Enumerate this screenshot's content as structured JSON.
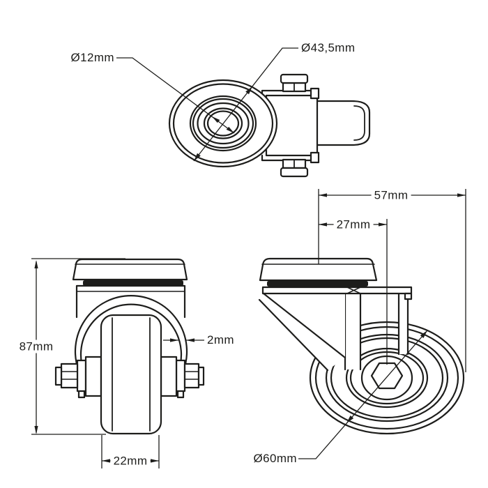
{
  "page": {
    "background_color": "#ffffff",
    "line_color": "#1d1d1b"
  },
  "drawing": {
    "views": {
      "top": {
        "labels": {
          "bore_diameter": "Ø12mm",
          "swivel_diameter": "Ø43,5mm"
        }
      },
      "front": {
        "labels": {
          "overall_height": "87mm",
          "fork_thickness": "2mm",
          "wheel_width": "22mm"
        }
      },
      "side": {
        "labels": {
          "overall_length": "57mm",
          "swivel_offset": "27mm",
          "wheel_diameter": "Ø60mm"
        }
      }
    }
  }
}
